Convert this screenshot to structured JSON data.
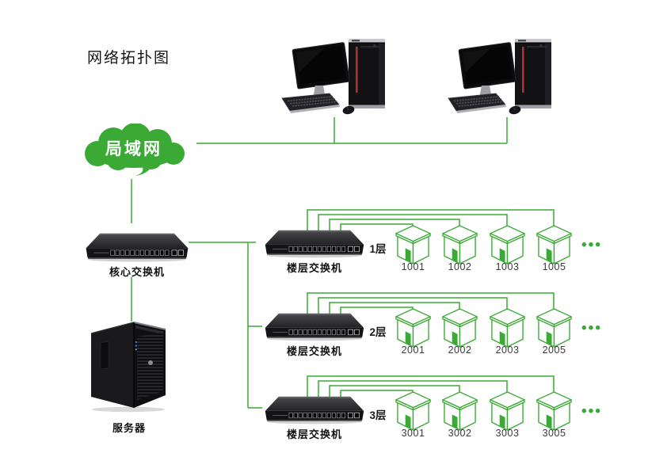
{
  "title": "网络拓扑图",
  "colors": {
    "accent_green": "#3aaa35"
  },
  "cloud": {
    "label": "局域网"
  },
  "core": {
    "switch_label": "核心交换机",
    "server_label": "服务器"
  },
  "floors": [
    {
      "floor_label": "1层",
      "switch_label": "楼层交换机",
      "rooms": [
        "1001",
        "1002",
        "1003",
        "1005"
      ],
      "more": "•••"
    },
    {
      "floor_label": "2层",
      "switch_label": "楼层交换机",
      "rooms": [
        "2001",
        "2002",
        "2003",
        "2005"
      ],
      "more": "•••"
    },
    {
      "floor_label": "3层",
      "switch_label": "楼层交换机",
      "rooms": [
        "3001",
        "3002",
        "3003",
        "3005"
      ],
      "more": "•••"
    }
  ]
}
